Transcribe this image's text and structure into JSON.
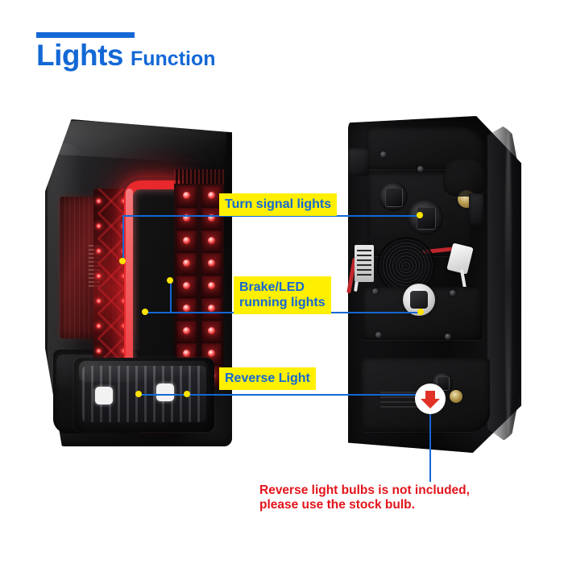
{
  "title": {
    "main": "Lights",
    "sub": "Function"
  },
  "colors": {
    "brand_blue": "#1368d6",
    "highlight_yellow": "#ffef00",
    "marker_yellow": "#ffe400",
    "warning_red": "#e3141b",
    "led_red": "#e8282c"
  },
  "callouts": [
    {
      "id": "turn-signal",
      "label": "Turn signal lights"
    },
    {
      "id": "brake-led",
      "label": "Brake/LED\nrunning lights"
    },
    {
      "id": "reverse",
      "label": "Reverse Light"
    }
  ],
  "warning": {
    "text": "Reverse light bulbs is not included,\nplease use the stock bulb."
  },
  "products": {
    "front": {
      "name": "LED tail light lens assembly",
      "view": "front lit view"
    },
    "back": {
      "name": "Tail light housing",
      "view": "rear view"
    }
  },
  "markers": {
    "turn_signal_front": "turn-signal-marker-front",
    "turn_signal_back": "turn-signal-marker-back",
    "brake_front": "brake-marker-front",
    "brake_front_lower": "brake-marker-front-lower",
    "brake_back": "brake-marker-back",
    "reverse_front": "reverse-marker-front",
    "reverse_back": "reverse-marker-back"
  },
  "badge": {
    "name": "red-down-arrow-badge"
  }
}
